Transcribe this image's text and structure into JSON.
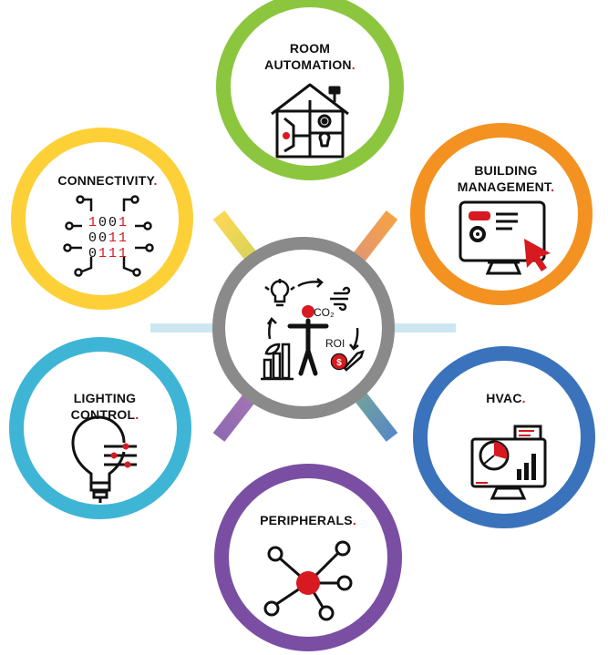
{
  "nodes": {
    "room_automation": {
      "line1": "ROOM",
      "line2": "AUTOMATION",
      "color": "#8cc63f"
    },
    "building_management": {
      "line1": "BUILDING",
      "line2": "MANAGEMENT",
      "color": "#f39221"
    },
    "hvac": {
      "line1": "HVAC",
      "color": "#3a73bb"
    },
    "peripherals": {
      "line1": "PERIPHERALS",
      "color": "#7a4fa3"
    },
    "lighting_control": {
      "line1": "LIGHTING",
      "line2": "CONTROL",
      "color": "#3fb5d6"
    },
    "connectivity": {
      "line1": "CONNECTIVITY",
      "color": "#fdd037"
    }
  },
  "center": {
    "co2_label": "CO₂",
    "roi_label": "ROI",
    "color": "#8a8a8a"
  },
  "connectivity_binary": {
    "row1": {
      "a": "1",
      "b": "0",
      "c": "0",
      "d": "1"
    },
    "row2": {
      "a": "0",
      "b": "0",
      "c": "1",
      "d": "1"
    },
    "row3": {
      "a": "0",
      "b": "1",
      "c": "1",
      "d": "1"
    }
  },
  "label_suffix": ".",
  "colors": {
    "accent": "#d71920",
    "text": "#111111"
  },
  "icons": [
    "house-circuit-icon",
    "monitor-cursor-icon",
    "dashboard-chart-icon",
    "network-hub-icon",
    "lightbulb-sliders-icon",
    "binary-circuit-icon",
    "person-energy-icon"
  ]
}
